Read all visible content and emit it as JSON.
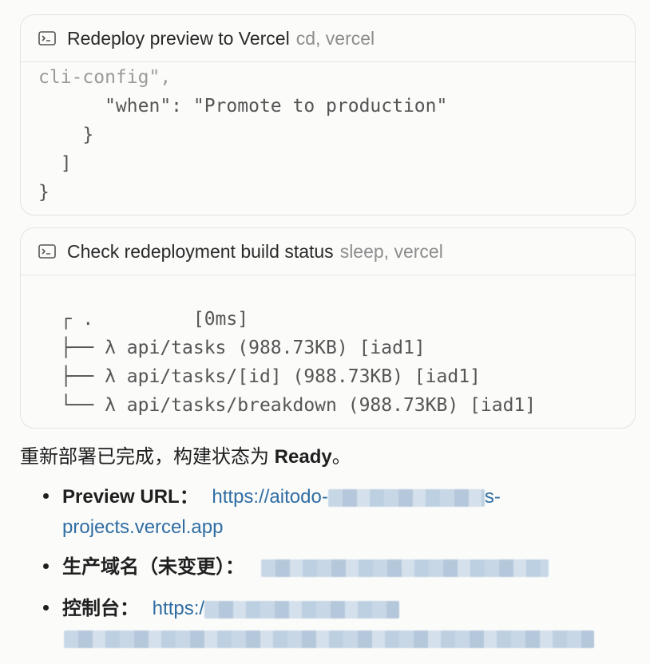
{
  "card1": {
    "title": "Redeploy preview to Vercel",
    "tags": "cd, vercel",
    "lines": [
      "cli-config\",",
      "      \"when\": \"Promote to production\"",
      "    }",
      "  ]",
      "}"
    ]
  },
  "card2": {
    "title": "Check redeployment build status",
    "tags": "sleep, vercel",
    "lines": [
      "  ┌ .         [0ms]",
      "  ├── λ api/tasks (988.73KB) [iad1]",
      "  ├── λ api/tasks/[id] (988.73KB) [iad1]",
      "  └── λ api/tasks/breakdown (988.73KB) [iad1]"
    ]
  },
  "summary": {
    "prefix": "重新部署已完成，构建状态为 ",
    "status": "Ready",
    "suffix": "。"
  },
  "items": {
    "preview_label": "Preview URL：",
    "preview_link_start": "https://aitodo-",
    "preview_link_mid": "s-",
    "preview_link_end": "projects.vercel.app",
    "domain_label": "生产域名（未变更）：",
    "console_label": "控制台：",
    "console_link_start": "https:/"
  },
  "icons": {
    "terminal": "terminal-icon"
  }
}
